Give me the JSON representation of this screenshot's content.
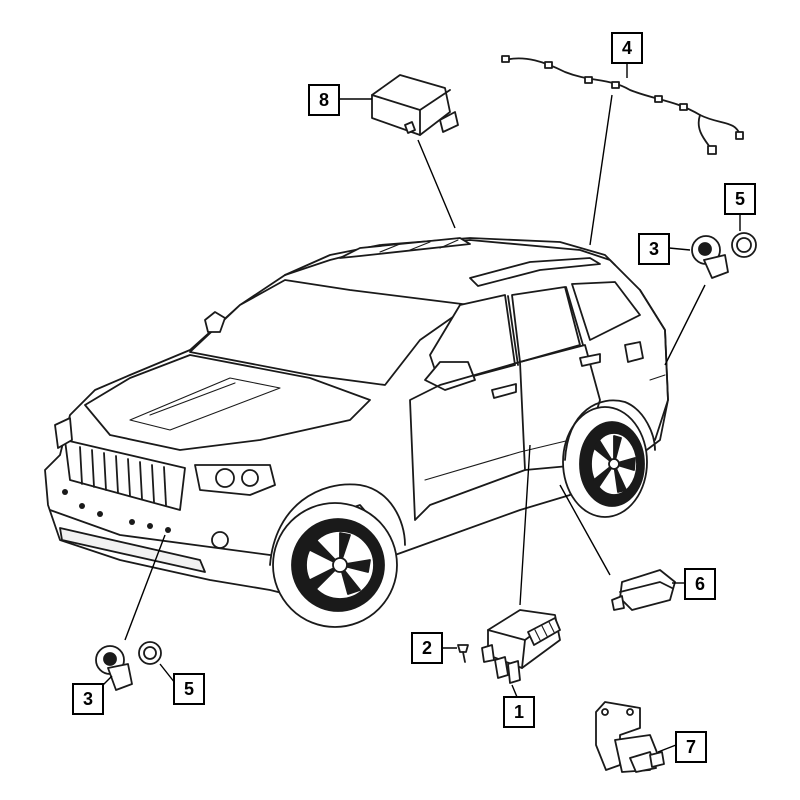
{
  "callouts": [
    {
      "id": "c8",
      "label": "8"
    },
    {
      "id": "c4",
      "label": "4"
    },
    {
      "id": "c5a",
      "label": "5"
    },
    {
      "id": "c3a",
      "label": "3"
    },
    {
      "id": "c6",
      "label": "6"
    },
    {
      "id": "c2",
      "label": "2"
    },
    {
      "id": "c1",
      "label": "1"
    },
    {
      "id": "c3b",
      "label": "3"
    },
    {
      "id": "c5b",
      "label": "5"
    },
    {
      "id": "c7",
      "label": "7"
    }
  ],
  "parts": [
    {
      "callout": "8",
      "name": "control-module-icon"
    },
    {
      "callout": "4",
      "name": "wiring-harness-icon"
    },
    {
      "callout": "3",
      "name": "park-assist-sensor-icon"
    },
    {
      "callout": "5",
      "name": "sensor-gasket-ring-icon"
    },
    {
      "callout": "6",
      "name": "side-module-icon"
    },
    {
      "callout": "2",
      "name": "screw-icon"
    },
    {
      "callout": "1",
      "name": "bracket-module-icon"
    },
    {
      "callout": "7",
      "name": "mount-bracket-icon"
    }
  ],
  "colors": {
    "ink": "#1a1a1a",
    "background": "#ffffff"
  }
}
